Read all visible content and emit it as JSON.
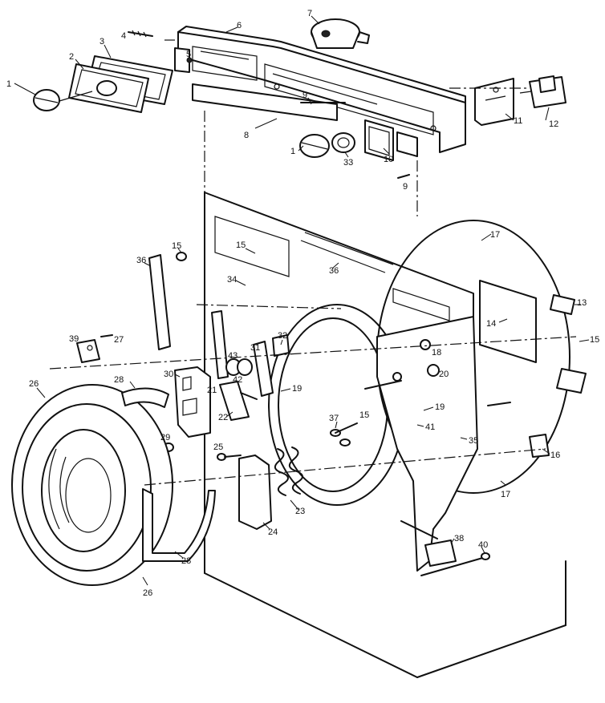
{
  "labels": {
    "p1a": "1",
    "p1b": "1",
    "p2": "2",
    "p3": "3",
    "p4": "4",
    "p5": "5",
    "p6": "6",
    "p7": "7",
    "p8": "8",
    "p9a": "9",
    "p9b": "9",
    "p10": "10",
    "p11": "11",
    "p12": "12",
    "p13": "13",
    "p14": "14",
    "p15a": "15",
    "p15b": "15",
    "p15c": "15",
    "p15d": "15",
    "p16": "16",
    "p17a": "17",
    "p17b": "17",
    "p18": "18",
    "p19a": "19",
    "p19b": "19",
    "p20": "20",
    "p21": "21",
    "p22": "22",
    "p23": "23",
    "p24": "24",
    "p25": "25",
    "p26a": "26",
    "p26b": "26",
    "p27": "27",
    "p28a": "28",
    "p28b": "28",
    "p29": "29",
    "p30": "30",
    "p31": "31",
    "p32": "32",
    "p33": "33",
    "p34": "34",
    "p35": "35",
    "p36a": "36",
    "p36b": "36",
    "p37": "37",
    "p38": "38",
    "p39": "39",
    "p40": "40",
    "p41": "41",
    "p42": "42",
    "p43": "43"
  }
}
